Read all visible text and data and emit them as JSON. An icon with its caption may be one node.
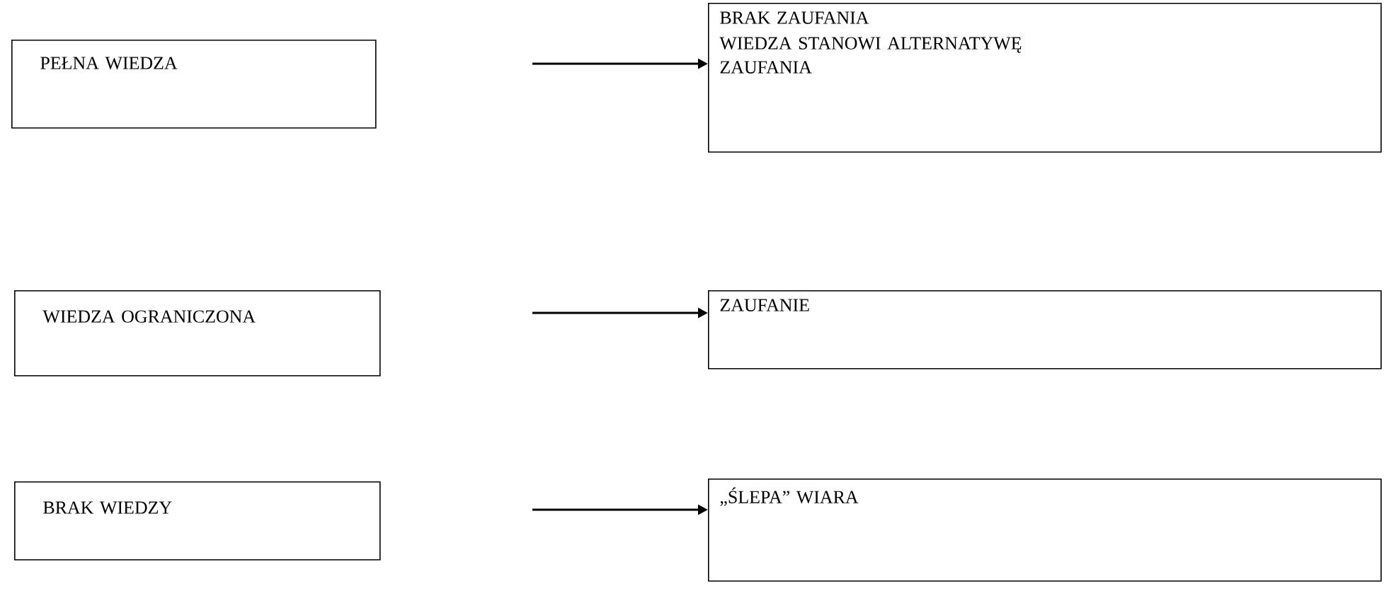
{
  "diagram": {
    "nodes": [
      {
        "text": [
          "PEŁNA WIEDZA"
        ]
      },
      {
        "text": [
          "BRAK ZAUFANIA",
          "WIEDZA STANOWI ALTERNATYWĘ ZAUFANIA"
        ]
      },
      {
        "text": [
          "WIEDZA OGRANICZONA"
        ]
      },
      {
        "text": [
          "ZAUFANIE"
        ]
      },
      {
        "text": [
          "BRAK WIEDZY"
        ]
      },
      {
        "text": [
          "„ŚLEPA” WIARA"
        ]
      }
    ],
    "edges": [
      {
        "from": null,
        "to": 1,
        "arrow": "to"
      },
      {
        "from": null,
        "to": 3,
        "arrow": "to"
      },
      {
        "from": null,
        "to": 5,
        "arrow": "to"
      }
    ]
  }
}
